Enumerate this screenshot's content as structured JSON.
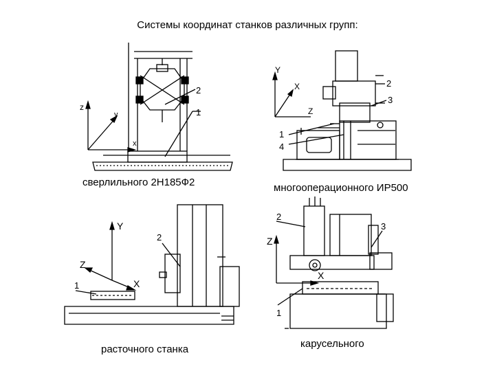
{
  "title": "Системы координат станков различных групп:",
  "panels": {
    "drilling": {
      "caption": "сверлильного 2Н185Ф2",
      "axes": {
        "z": "z",
        "y": "y",
        "x": "x"
      },
      "callouts": {
        "c2": "2",
        "c1": "1"
      }
    },
    "multi": {
      "caption": "многооперационного ИР500",
      "axes": {
        "y": "Y",
        "x": "X",
        "z": "Z"
      },
      "callouts": {
        "c2": "2",
        "c3": "3",
        "c1": "1",
        "c4": "4"
      }
    },
    "boring": {
      "caption": "расточного станка",
      "axes": {
        "y": "Y",
        "z": "Z",
        "x": "X"
      },
      "callouts": {
        "c2": "2",
        "c1": "1"
      }
    },
    "carousel": {
      "caption": "карусельного",
      "axes": {
        "z": "Z",
        "x": "X"
      },
      "callouts": {
        "c2": "2",
        "c3": "3",
        "c1": "1"
      }
    }
  }
}
